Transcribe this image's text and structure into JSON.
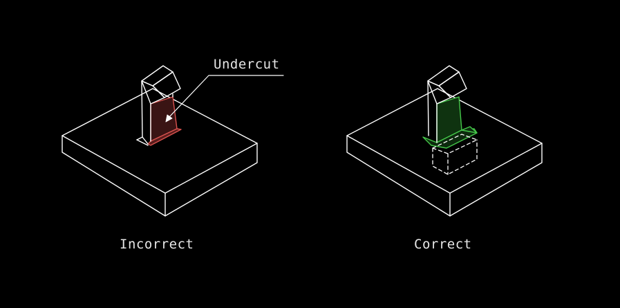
{
  "callout": {
    "text": "Undercut"
  },
  "panels": [
    {
      "caption": "Incorrect"
    },
    {
      "caption": "Correct"
    }
  ],
  "colors": {
    "background": "#000000",
    "line": "#ffffff",
    "undercut_stroke": "#d9534f",
    "undercut_fill": "#3a1414",
    "fix_stroke": "#45c84a",
    "fix_fill": "#0f3310"
  }
}
